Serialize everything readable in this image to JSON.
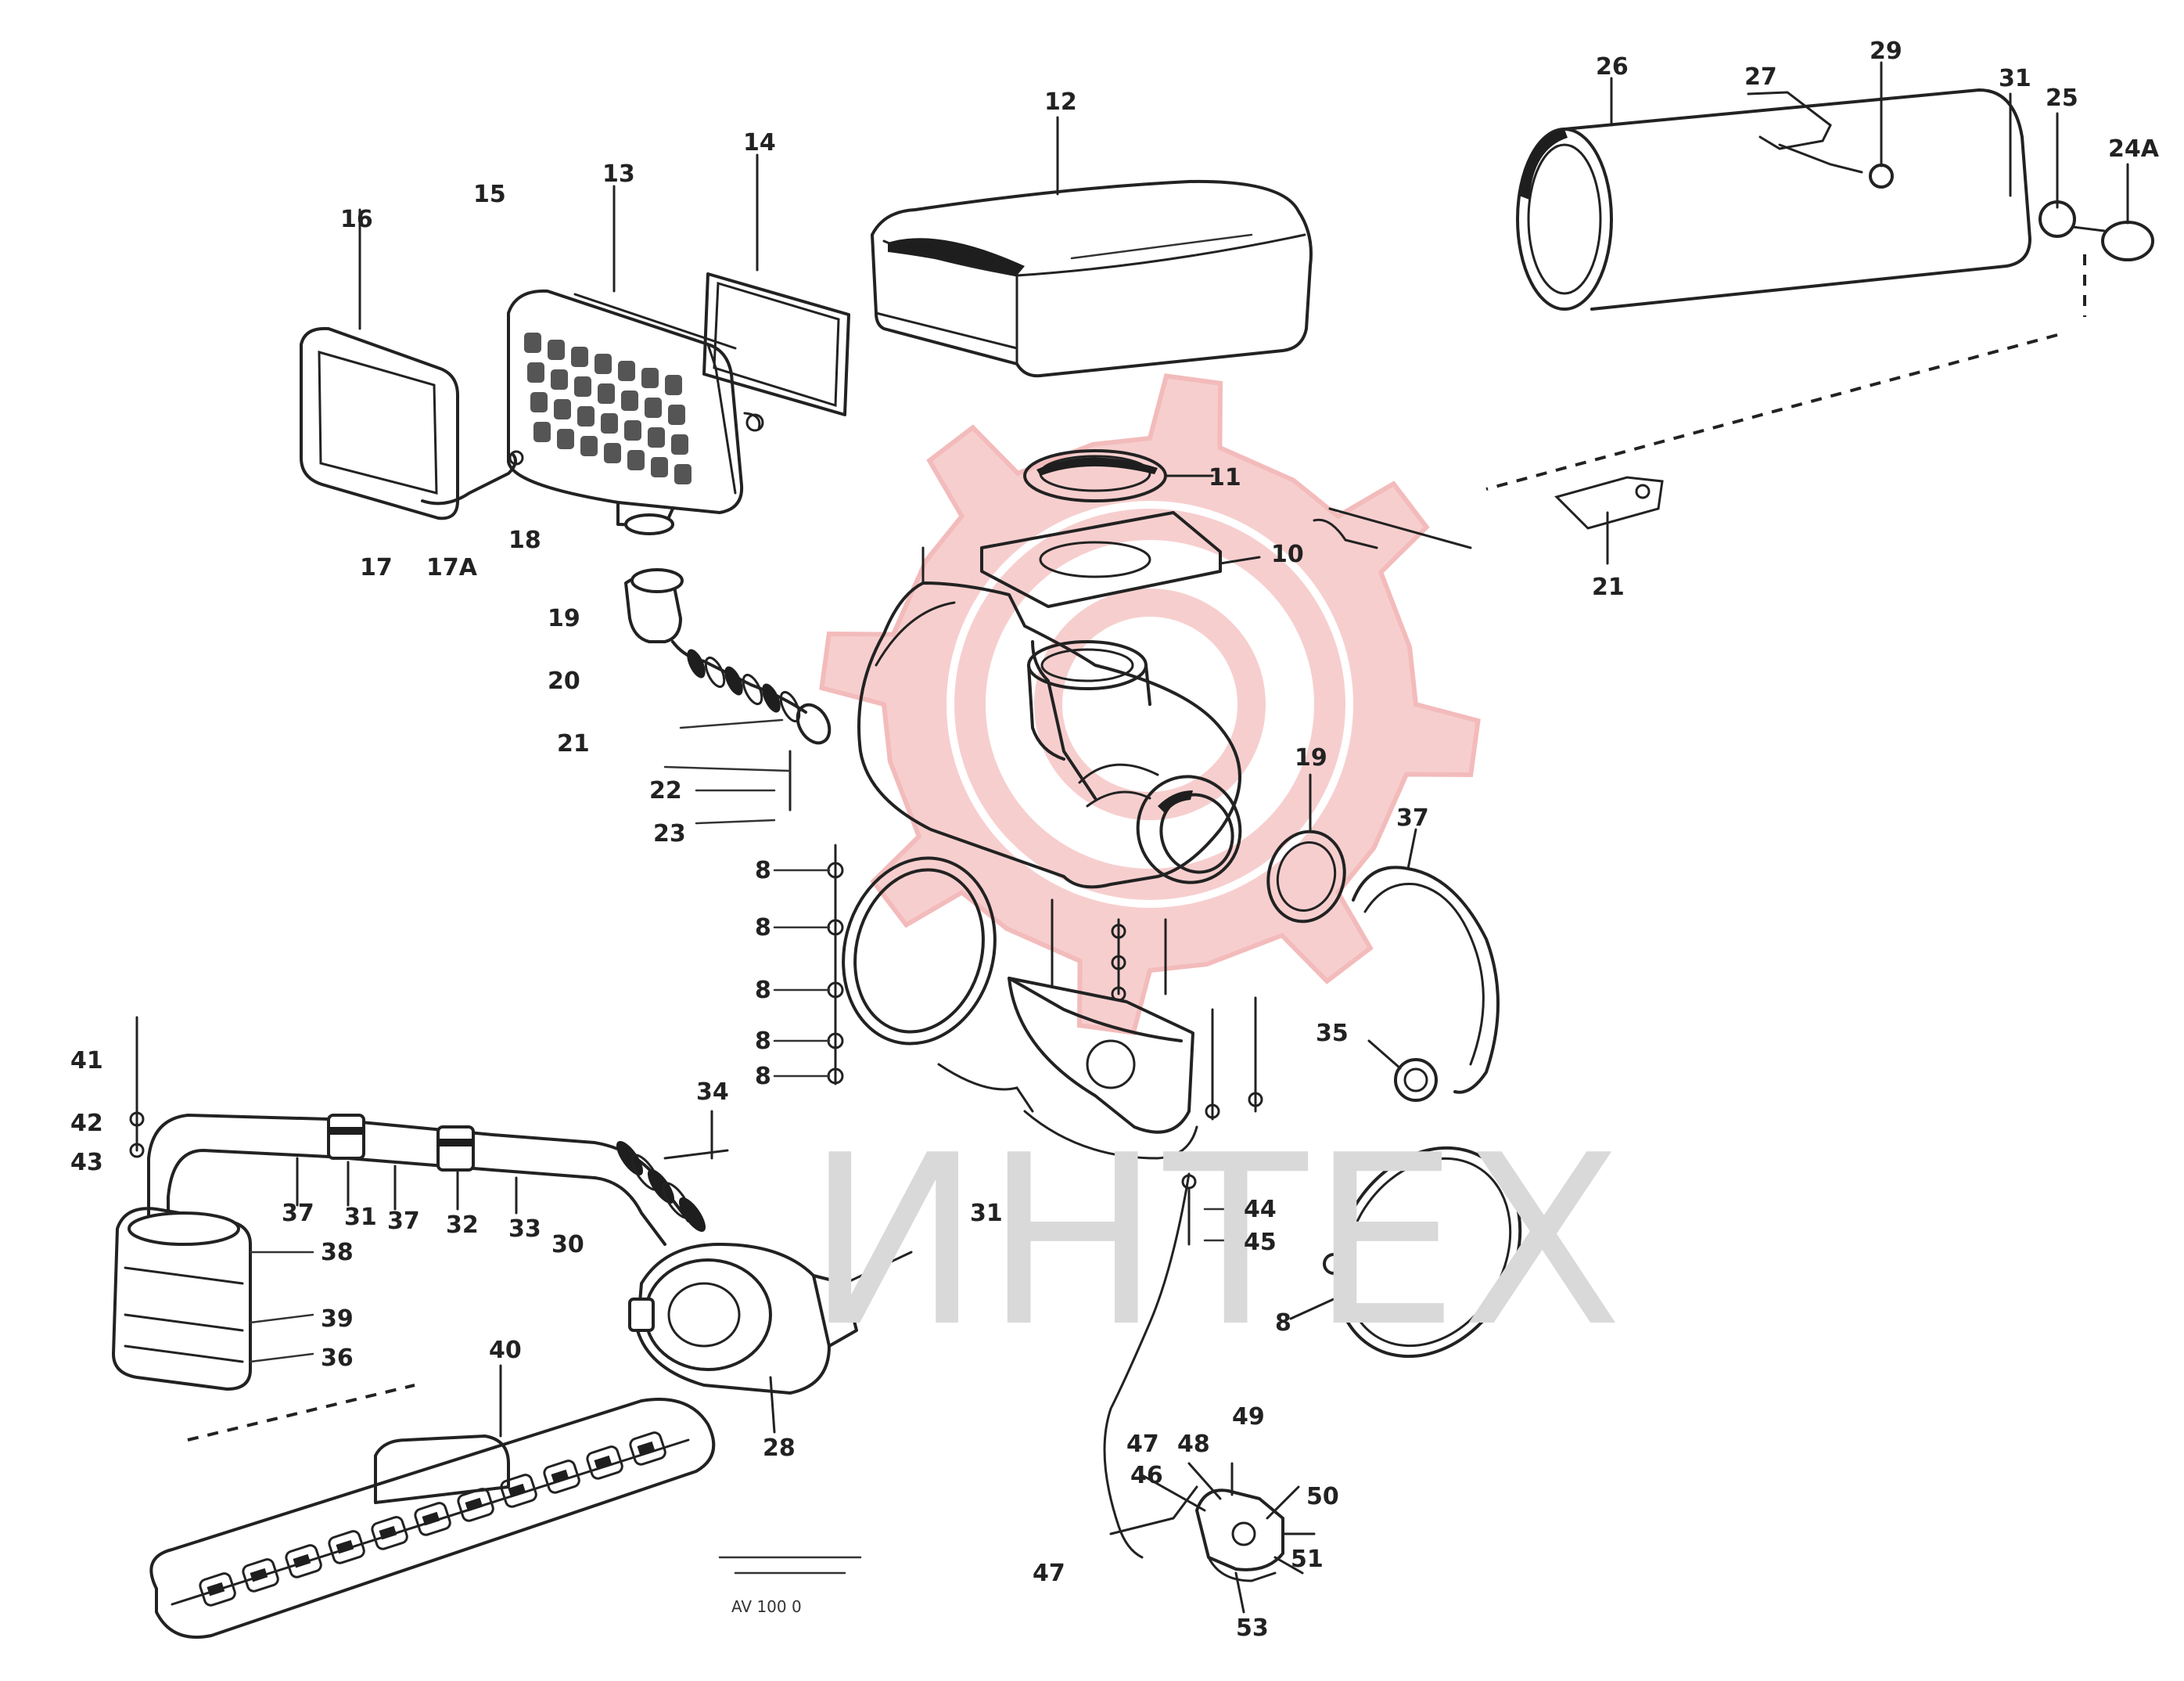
{
  "watermark": {
    "text": "ИНТЕХ",
    "gear_color": "#f6c6c6",
    "gear_stroke": "#f2b0b0",
    "text_color": "#d9d9d9"
  },
  "footer": {
    "line1": "",
    "line2": "",
    "code": "AV 100 0"
  },
  "callouts": [
    {
      "id": "c12",
      "text": "12"
    },
    {
      "id": "c13",
      "text": "13"
    },
    {
      "id": "c14",
      "text": "14"
    },
    {
      "id": "c15",
      "text": "15"
    },
    {
      "id": "c16",
      "text": "16"
    },
    {
      "id": "c17",
      "text": "17"
    },
    {
      "id": "c17a",
      "text": "17A"
    },
    {
      "id": "c18",
      "text": "18"
    },
    {
      "id": "c19",
      "text": "19"
    },
    {
      "id": "c20",
      "text": "20"
    },
    {
      "id": "c21a",
      "text": "21"
    },
    {
      "id": "c22",
      "text": "22"
    },
    {
      "id": "c23",
      "text": "23"
    },
    {
      "id": "c11",
      "text": "11"
    },
    {
      "id": "c10",
      "text": "10"
    },
    {
      "id": "c21b",
      "text": "21"
    },
    {
      "id": "c29",
      "text": "29"
    },
    {
      "id": "c31",
      "text": "31"
    },
    {
      "id": "c26",
      "text": "26"
    },
    {
      "id": "c27",
      "text": "27"
    },
    {
      "id": "c25",
      "text": "25"
    },
    {
      "id": "c24a",
      "text": "24A"
    },
    {
      "id": "c19b",
      "text": "19"
    },
    {
      "id": "c37",
      "text": "37"
    },
    {
      "id": "c35",
      "text": "35"
    },
    {
      "id": "c41",
      "text": "41"
    },
    {
      "id": "c42",
      "text": "42"
    },
    {
      "id": "c43",
      "text": "43"
    },
    {
      "id": "c34",
      "text": "34"
    },
    {
      "id": "c37b",
      "text": "37"
    },
    {
      "id": "c38",
      "text": "38"
    },
    {
      "id": "c39",
      "text": "39"
    },
    {
      "id": "c36",
      "text": "36"
    },
    {
      "id": "c31b",
      "text": "31"
    },
    {
      "id": "c37c",
      "text": "37"
    },
    {
      "id": "c32",
      "text": "32"
    },
    {
      "id": "c33",
      "text": "33"
    },
    {
      "id": "c30",
      "text": "30"
    },
    {
      "id": "c40",
      "text": "40"
    },
    {
      "id": "c28",
      "text": "28"
    },
    {
      "id": "c31c",
      "text": "31"
    },
    {
      "id": "c44",
      "text": "44"
    },
    {
      "id": "c45",
      "text": "45"
    },
    {
      "id": "c8",
      "text": "8"
    },
    {
      "id": "c47",
      "text": "47"
    },
    {
      "id": "c48",
      "text": "48"
    },
    {
      "id": "c49",
      "text": "49"
    },
    {
      "id": "c46",
      "text": "46"
    },
    {
      "id": "c50",
      "text": "50"
    },
    {
      "id": "c51",
      "text": "51"
    },
    {
      "id": "c53",
      "text": "53"
    },
    {
      "id": "c47b",
      "text": "47"
    }
  ]
}
